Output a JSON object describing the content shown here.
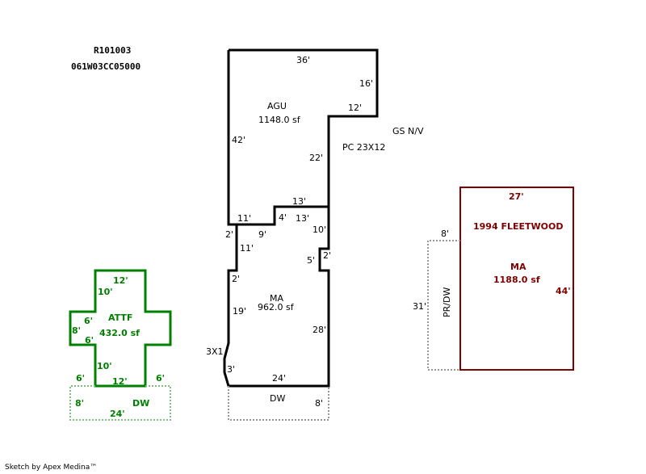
{
  "header": {
    "account_id": "R101003",
    "map_number": "061W03CC05000"
  },
  "colors": {
    "main_structure": "#000000",
    "attached_garage": "#008000",
    "manufactured_home": "#800000",
    "dashed_outline": "#999999"
  },
  "areas": {
    "agu": {
      "code": "AGU",
      "area": "1148.0 sf"
    },
    "ma": {
      "code": "MA",
      "area": "962.0 sf"
    },
    "attf": {
      "code": "ATTF",
      "area": "432.0 sf"
    },
    "fleetwood": {
      "title": "1994 FLEETWOOD",
      "code": "MA",
      "area": "1188.0 sf"
    }
  },
  "notes": {
    "gs": "GS N/V",
    "pc": "PC  23X12",
    "bay": "3X1",
    "dw_main": "DW",
    "dw_attf": "DW",
    "pr_dw": "PR/DW"
  },
  "dimensions": {
    "agu_top": "36'",
    "agu_right_upper": "16'",
    "agu_notch": "12'",
    "agu_left": "42'",
    "agu_right_lower": "22'",
    "agu_bottom_right": "13'",
    "agu_bottom_left": "11'",
    "step_4": "4'",
    "ma_top_right": "13'",
    "ma_right_upper": "10'",
    "ma_step_left_2": "2'",
    "ma_step_9": "9'",
    "ma_left_11": "11'",
    "ma_bump_2": "2'",
    "ma_bump_5": "5'",
    "ma_left_2": "2'",
    "ma_left_19": "19'",
    "ma_right_28": "28'",
    "ma_bay_3": "3'",
    "ma_bottom_24": "24'",
    "dw_main_8": "8'",
    "attf_top": "12'",
    "attf_upper_left": "10'",
    "attf_arm_top": "6'",
    "attf_arm_left": "8'",
    "attf_arm_bottom": "6'",
    "attf_lower_left": "10'",
    "attf_bottom": "12'",
    "dw_left_6": "6'",
    "dw_right_6": "6'",
    "dw_attf_8": "8'",
    "dw_attf_24": "24'",
    "fw_top": "27'",
    "fw_right": "44'",
    "prdw_top": "8'",
    "prdw_left": "31'"
  },
  "footer": {
    "credit": "Sketch by Apex Medina™"
  }
}
